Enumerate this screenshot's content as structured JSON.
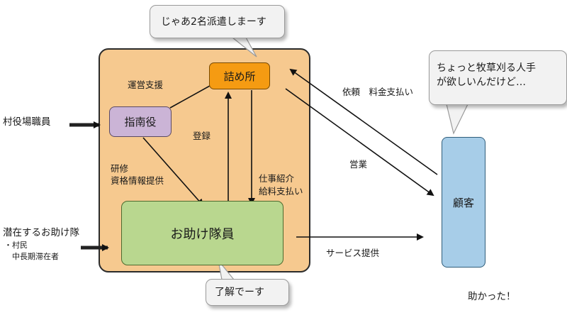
{
  "nodes": {
    "tsumesho": "詰め所",
    "shinanyaku": "指南役",
    "otasuke_taiin": "お助け隊員",
    "kokyaku": "顧客"
  },
  "edge_labels": {
    "unei_shien": "運営支援",
    "touroku": "登録",
    "kenshu": "研修",
    "shikaku_joho": "資格情報提供",
    "shigoto_shokai": "仕事紹介",
    "kyuryo_shiharai": "給料支払い",
    "irai": "依頼　料金支払い",
    "eigyo": "営業",
    "service": "サービス提供"
  },
  "side_labels": {
    "murayakuba": "村役場職員",
    "senzai": "潜在するお助け隊",
    "sonmin": "・村民",
    "chouki": "　中長期滞在者"
  },
  "bubbles": {
    "top": "じゃあ2名派遣しまーす",
    "right_line1": "ちょっと牧草刈る人手",
    "right_line2": "が欲しいんだけど…",
    "bottom": "了解でーす"
  },
  "footer_text": "助かった！",
  "colors": {
    "panel": "#f6c98f",
    "tsumesho": "#f59b12",
    "shinanyaku": "#cbb4d6",
    "otasuke": "#b9d78f",
    "kokyaku": "#a7cde8"
  }
}
